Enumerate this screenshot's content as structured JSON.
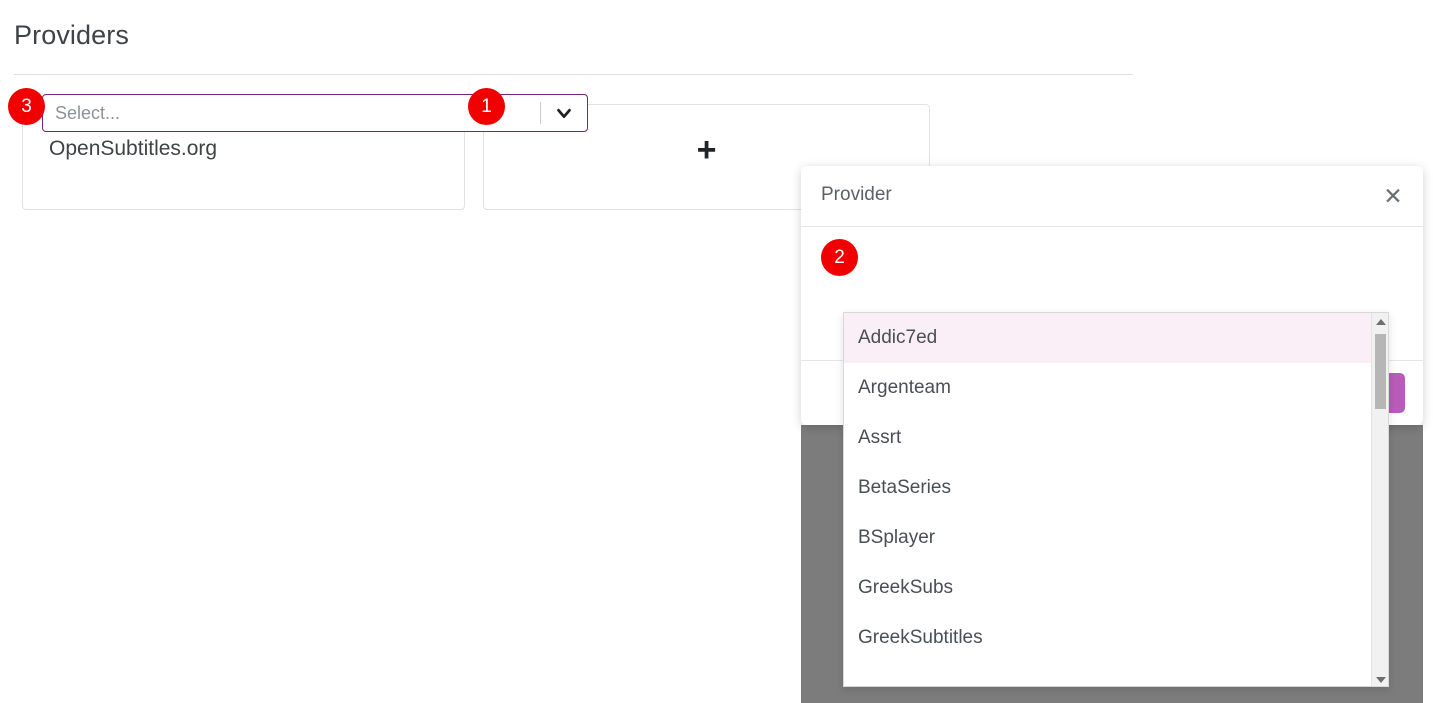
{
  "page": {
    "title": "Providers"
  },
  "providers": [
    {
      "name": "OpenSubtitles.org"
    }
  ],
  "add_card": {
    "icon": "plus-icon",
    "label": "+"
  },
  "dialog": {
    "title": "Provider",
    "close_icon": "✕",
    "select": {
      "placeholder": "Select...",
      "value": "",
      "arrow_icon": "chevron-down-icon",
      "focused_option": "Addic7ed",
      "options": [
        "Addic7ed",
        "Argenteam",
        "Assrt",
        "BetaSeries",
        "BSplayer",
        "GreekSubs",
        "GreekSubtitles"
      ]
    },
    "save_label": ""
  },
  "steps": [
    {
      "id": "3",
      "number": "3"
    },
    {
      "id": "1",
      "number": "1"
    },
    {
      "id": "2",
      "number": "2"
    }
  ],
  "colors": {
    "accent_purple": "#7b217b",
    "button_purple": "#b85cb8",
    "badge_red": "#f00000",
    "option_highlight": "#faeef7",
    "backdrop_gray": "#7c7c7c"
  }
}
